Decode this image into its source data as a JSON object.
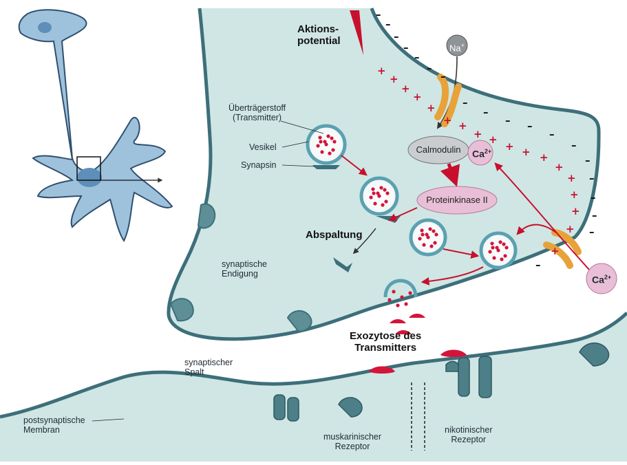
{
  "labels": {
    "aktion_line1": "Aktions-",
    "aktion_line2": "potential",
    "na": "Na",
    "na_sup": "+",
    "uebertraeger_line1": "Überträgerstoff",
    "uebertraeger_line2": "(Transmitter)",
    "vesikel": "Vesikel",
    "synapsin": "Synapsin",
    "calmodulin": "Calmodulin",
    "ca_base": "Ca",
    "ca_sup": "2+",
    "proteinkinase": "Proteinkinase II",
    "abspaltung": "Abspaltung",
    "synaptische_line1": "synaptische",
    "synaptische_line2": "Endigung",
    "exozytose_line1": "Exozytose des",
    "exozytose_line2": "Transmitters",
    "spalt_line1": "synaptischer",
    "spalt_line2": "Spalt",
    "postsyn_line1": "postsynaptische",
    "postsyn_line2": "Membran",
    "musk_line1": "muskarinischer",
    "musk_line2": "Rezeptor",
    "nikot_line1": "nikotinischer",
    "nikot_line2": "Rezeptor"
  },
  "charges": {
    "plus": "+",
    "minus": "–"
  },
  "colors": {
    "cytoplasm": "#cfe6e4",
    "membrane": "#3d6f7a",
    "arrow_red": "#c8102e",
    "transmitter_red": "#d4143a",
    "ion_channel": "#e8a23a",
    "calmodulin": "#c9cdd0",
    "kinase_pink": "#e8bfd6",
    "receptor": "#4d7f88",
    "neuron_blue": "#5d8fb8"
  }
}
